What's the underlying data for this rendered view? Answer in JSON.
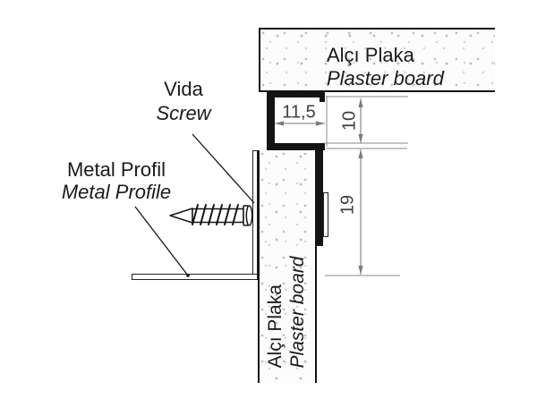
{
  "diagram": {
    "title_implicit": "Plasterboard shadow gap profile detail",
    "top_board": {
      "title": "Alçı Plaka",
      "subtitle": "Plaster board"
    },
    "side_board": {
      "title": "Alçı Plaka",
      "subtitle": "Plaster board"
    },
    "screw_label": {
      "title": "Vida",
      "subtitle": "Screw"
    },
    "profile_label": {
      "title": "Metal Profil",
      "subtitle": "Metal Profile"
    },
    "dimensions": {
      "gap_width": "11,5",
      "gap_height": "10",
      "profile_depth": "19"
    }
  },
  "colors": {
    "ink": "#141414",
    "dim_line": "#7a7a7a",
    "dim_text": "#3f3f3f",
    "board_dot": "#c4c4c4"
  }
}
